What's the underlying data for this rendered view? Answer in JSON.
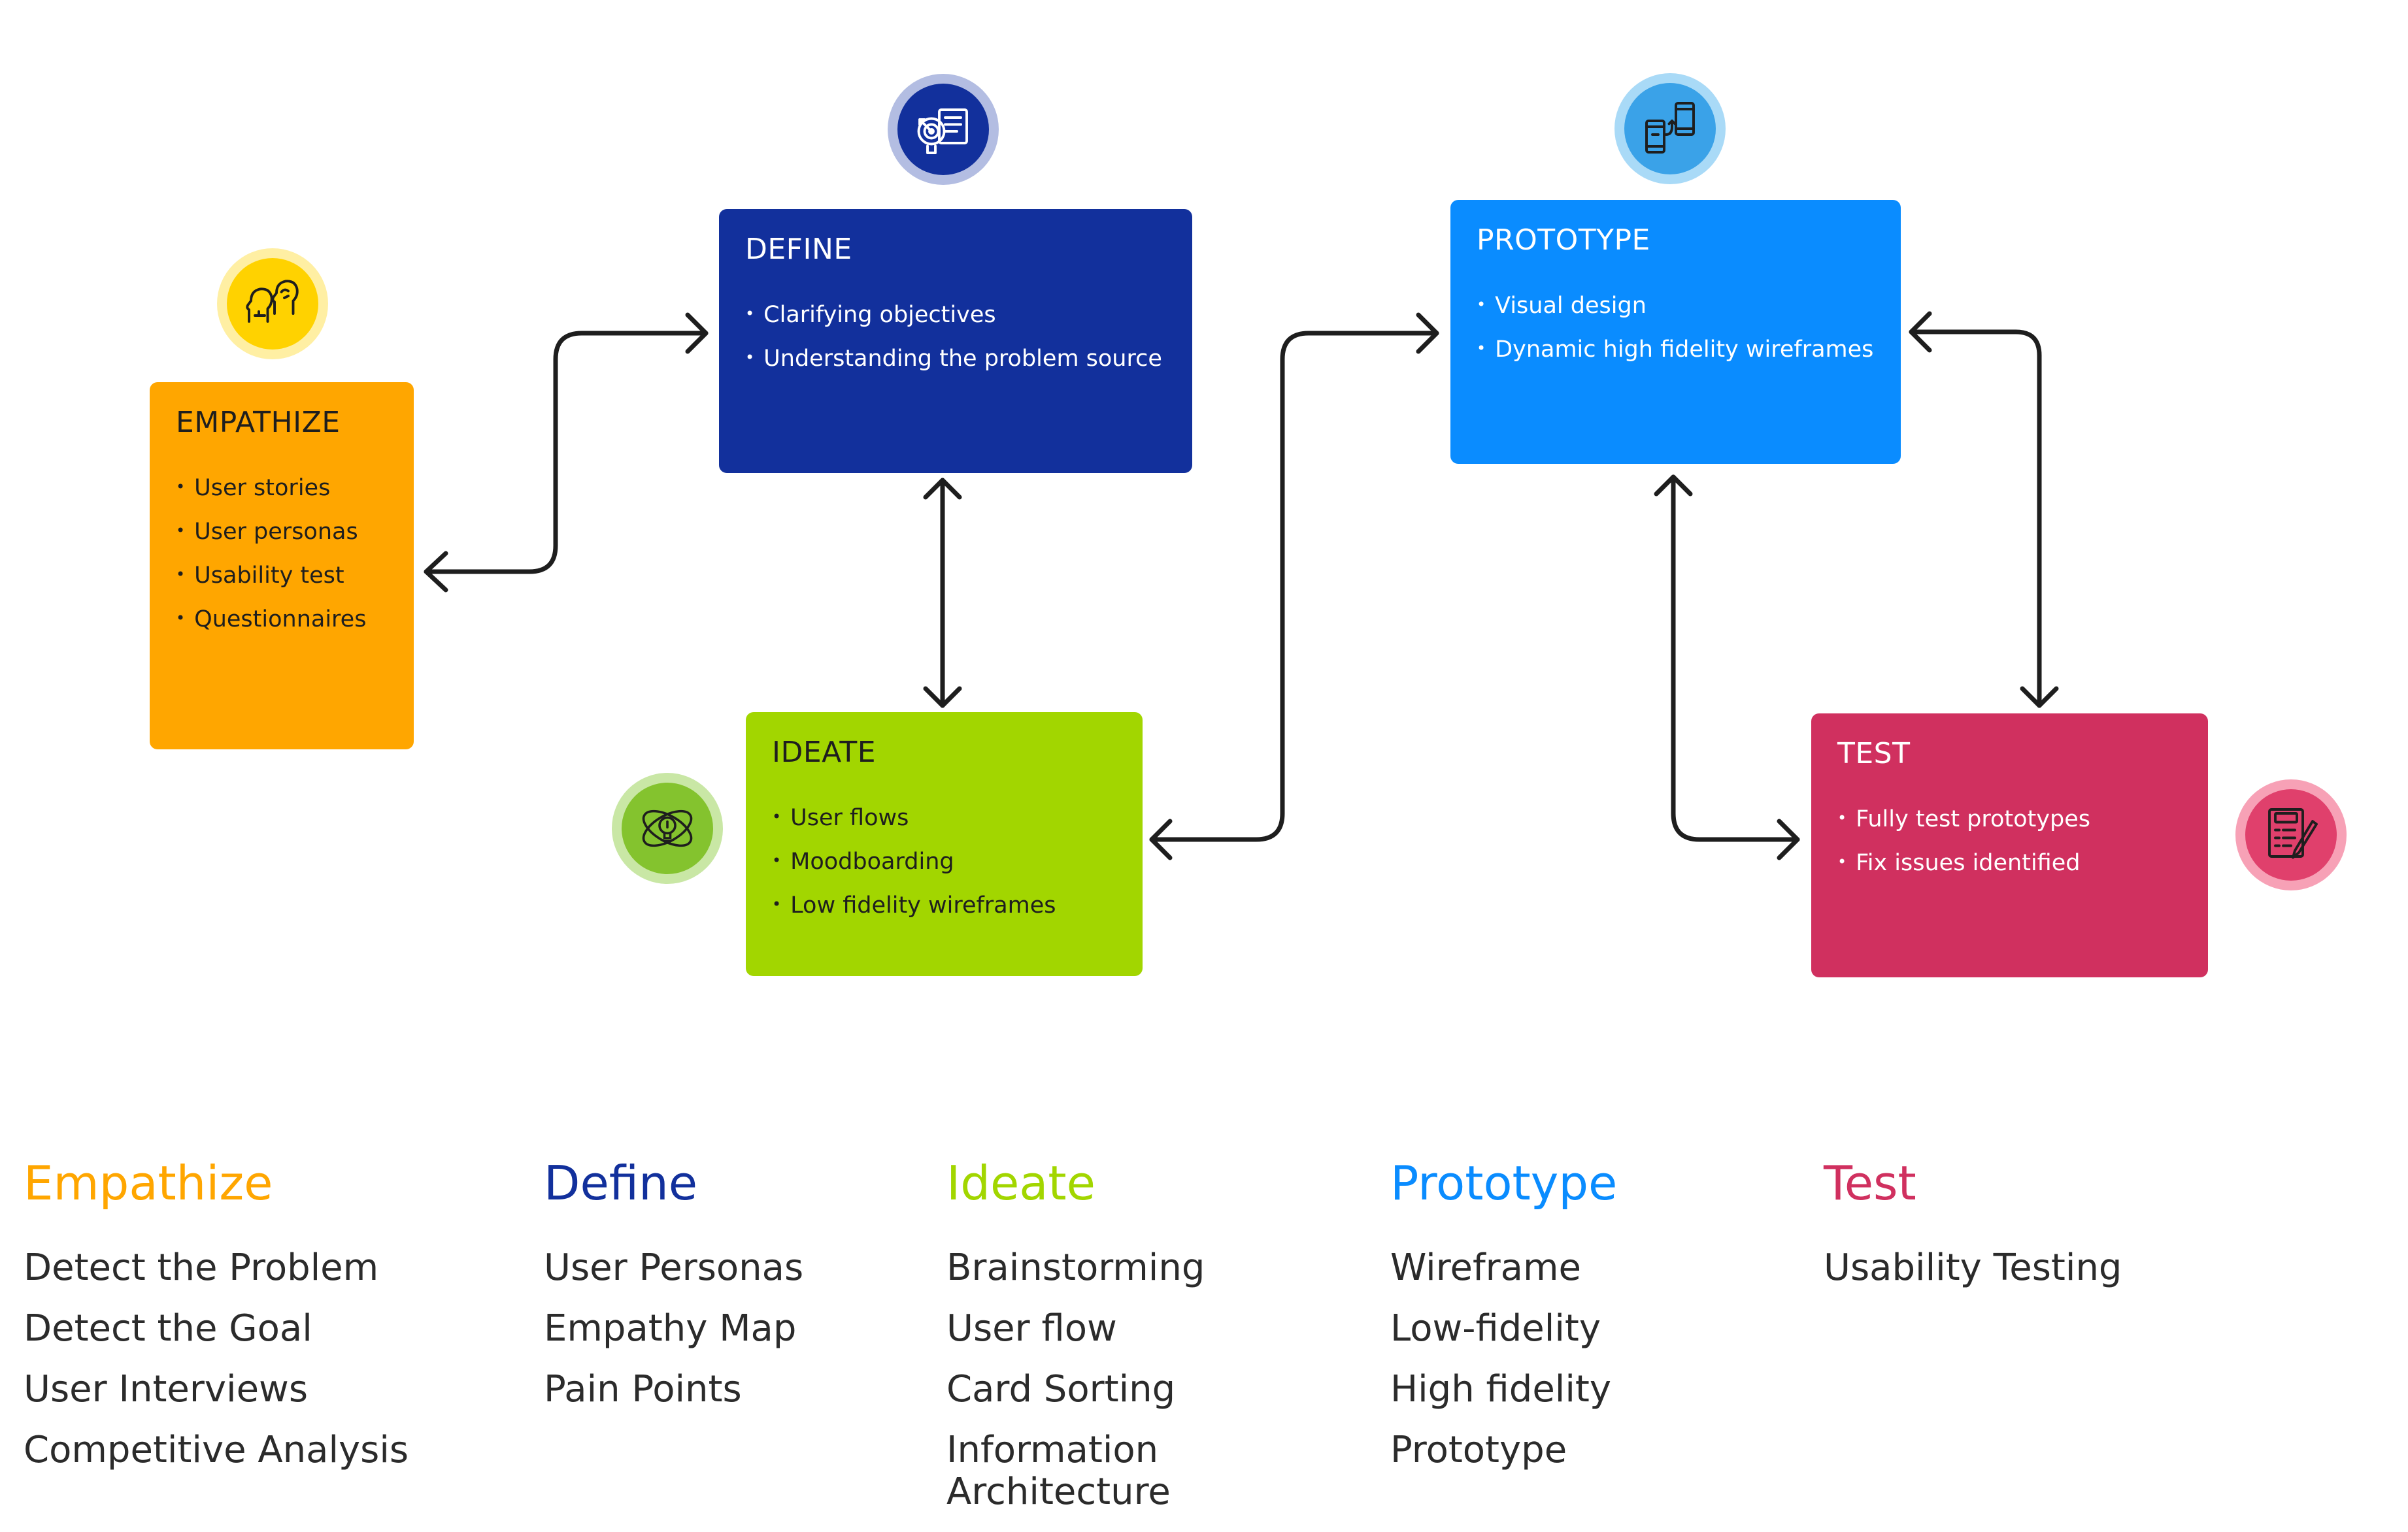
{
  "colors": {
    "empathize": "#FFA600",
    "define": "#12309C",
    "ideate": "#A2D600",
    "prototype": "#0A8CFF",
    "test": "#D0305F",
    "arrow": "#1e1e1e"
  },
  "diagram": {
    "empathize": {
      "title": "EMPATHIZE",
      "items": [
        "User stories",
        "User personas",
        "Usability test",
        "Questionnaires"
      ],
      "icon": "heads-thinking-icon"
    },
    "define": {
      "title": "DEFINE",
      "items": [
        "Clarifying objectives",
        "Understanding the problem source"
      ],
      "icon": "target-document-icon"
    },
    "ideate": {
      "title": "IDEATE",
      "items": [
        "User flows",
        "Moodboarding",
        "Low fidelity wireframes"
      ],
      "icon": "lightbulb-orbit-icon"
    },
    "prototype": {
      "title": "PROTOTYPE",
      "items": [
        "Visual design",
        "Dynamic high fidelity wireframes"
      ],
      "icon": "mobile-devices-icon"
    },
    "test": {
      "title": "TEST",
      "items": [
        "Fully test prototypes",
        "Fix issues identified"
      ],
      "icon": "test-checklist-icon"
    }
  },
  "methods": [
    {
      "title": "Empathize",
      "items": [
        "Detect the Problem",
        "Detect the Goal",
        "User Interviews",
        "Competitive Analysis"
      ]
    },
    {
      "title": "Define",
      "items": [
        "User Personas",
        "Empathy Map",
        "Pain Points"
      ]
    },
    {
      "title": "Ideate",
      "items": [
        "Brainstorming",
        "User flow",
        "Card Sorting",
        "Information Architecture"
      ]
    },
    {
      "title": "Prototype",
      "items": [
        "Wireframe",
        "Low-fidelity",
        "High fidelity",
        "Prototype"
      ]
    },
    {
      "title": "Test",
      "items": [
        "Usability Testing"
      ]
    }
  ]
}
